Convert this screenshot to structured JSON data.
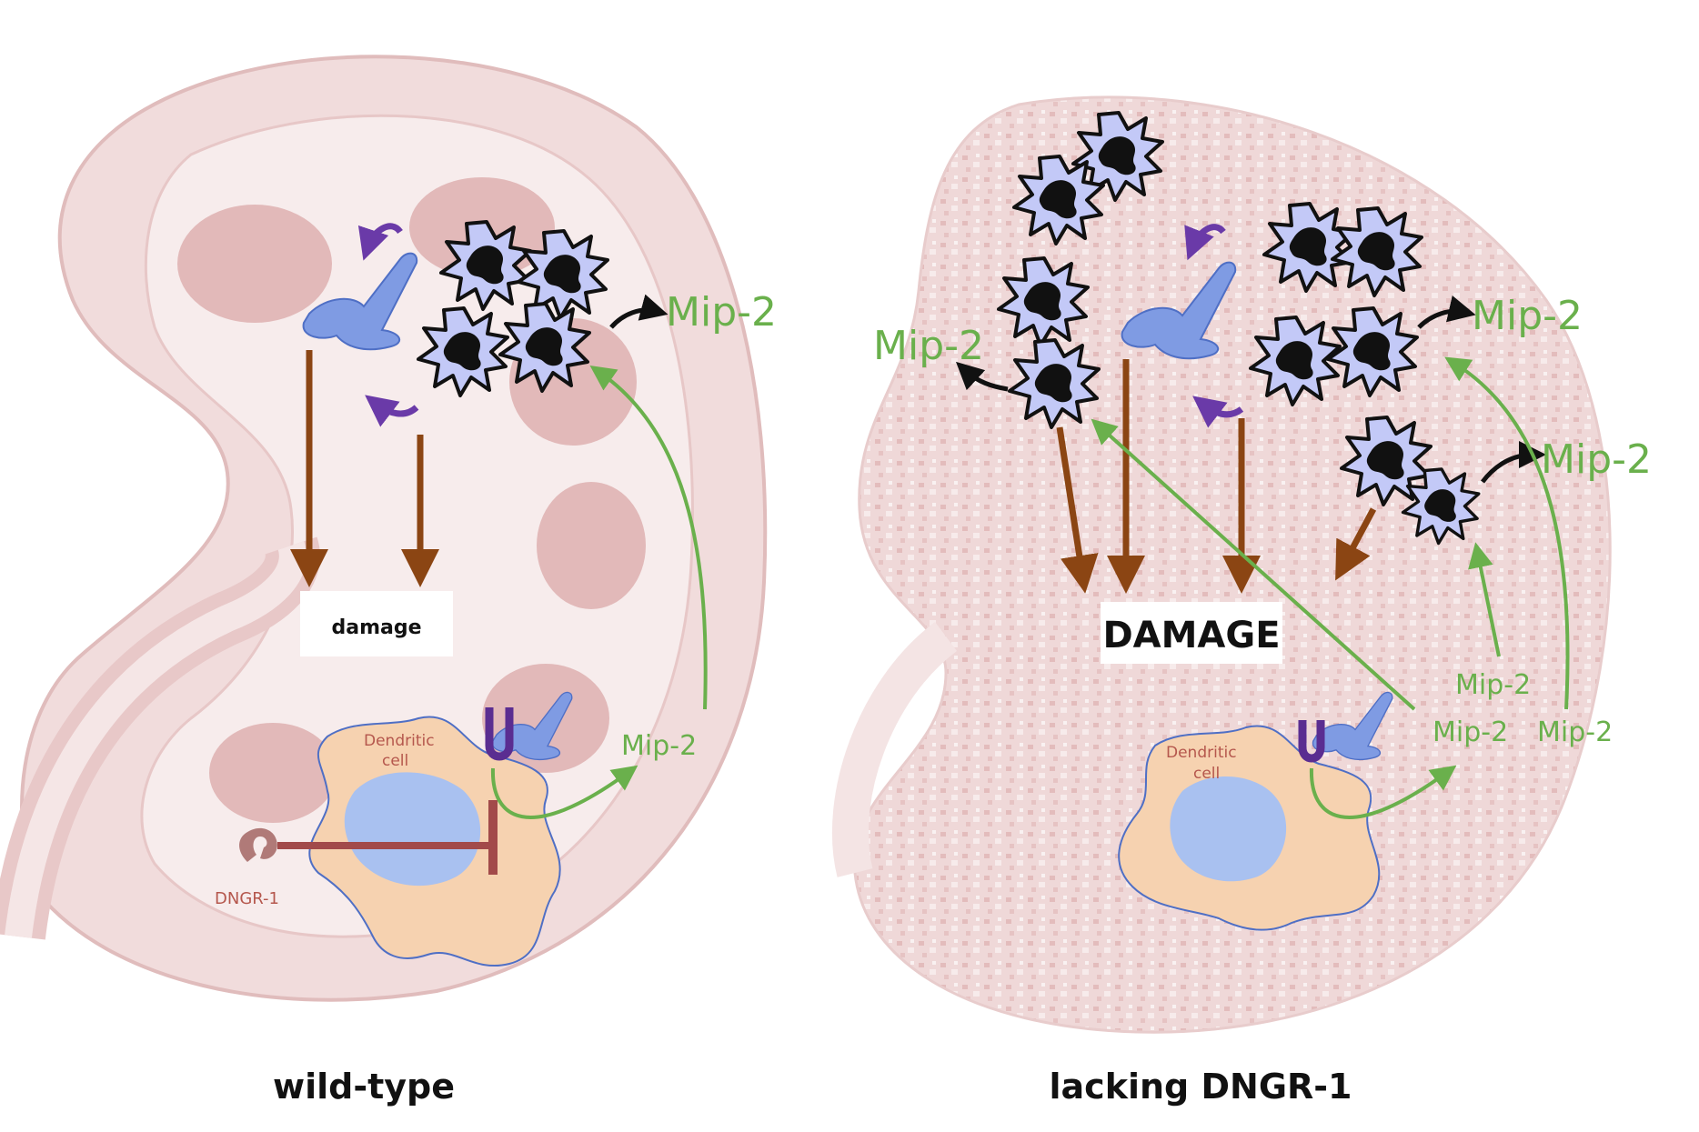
{
  "left_panel": {
    "caption": "wild-type",
    "damage_label": "damage",
    "mip2_top": "Mip-2",
    "mip2_dc": "Mip-2",
    "dc_label_line1": "Dendritic",
    "dc_label_line2": "cell",
    "receptor_label": "DNGR-1"
  },
  "right_panel": {
    "caption": "lacking DNGR-1",
    "damage_label": "DAMAGE",
    "mip2_left": "Mip-2",
    "mip2_top": "Mip-2",
    "mip2_right": "Mip-2",
    "mip2_stack_top": "Mip-2",
    "mip2_stack_left": "Mip-2",
    "mip2_stack_right": "Mip-2",
    "dc_label_line1": "Dendritic",
    "dc_label_line2": "cell"
  },
  "colors": {
    "kidney_fill": "#f1dcdc",
    "kidney_dark": "#e2b9b9",
    "kidney_line": "#d8a7a7",
    "damage_arrow": "#8b4513",
    "mip2_green": "#6ab04c",
    "neutrophil_fill": "#c3c9f7",
    "neutrophil_nucleus": "#111111",
    "epithelial_blue": "#7f9be3",
    "dc_fill": "#f6d2b0",
    "dc_nucleus": "#a9c1f0",
    "dngr1_color": "#b07a78",
    "inhibition_bar": "#a24a4a",
    "purple_arrow": "#6a3aa8",
    "receptor_purple": "#5a2d91"
  }
}
